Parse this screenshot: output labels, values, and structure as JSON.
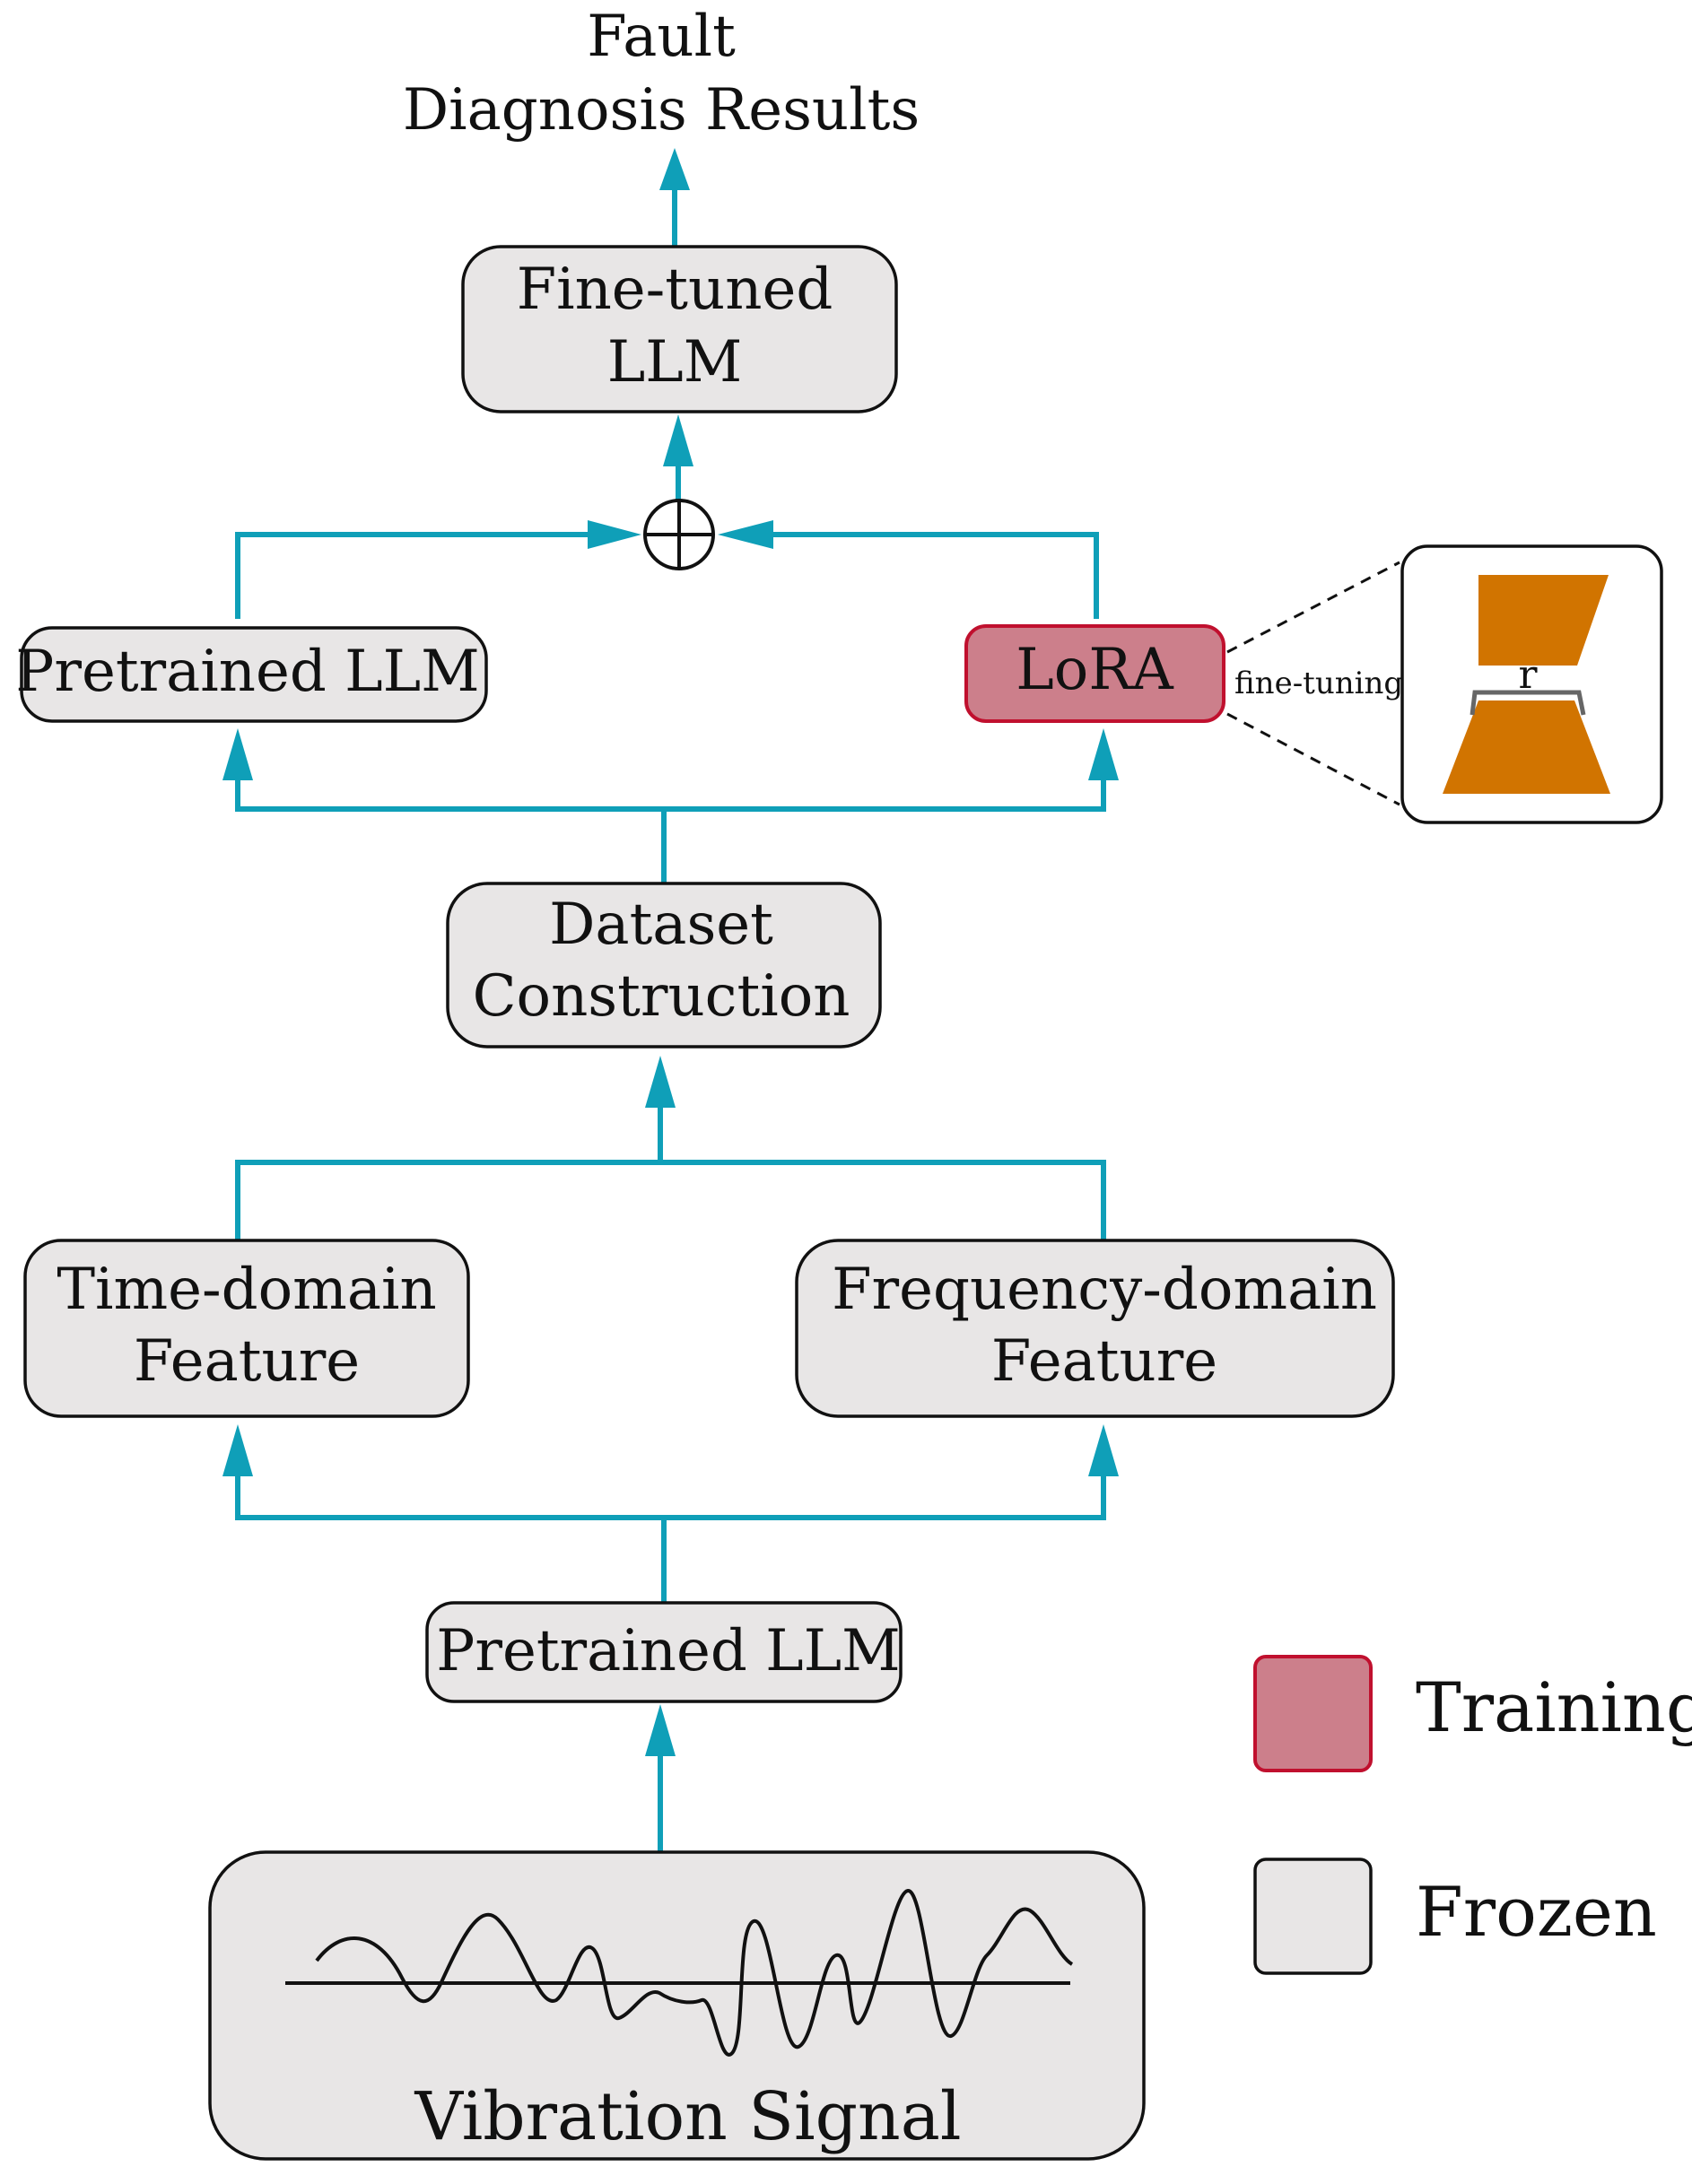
{
  "output_label": {
    "line1": "Fault",
    "line2": "Diagnosis Results"
  },
  "nodes": {
    "finetuned_llm": {
      "line1": "Fine-tuned",
      "line2": "LLM"
    },
    "pretrained_llm_top": {
      "label": "Pretrained LLM"
    },
    "lora": {
      "label": "LoRA"
    },
    "dataset_construction": {
      "line1": "Dataset",
      "line2": "Construction"
    },
    "time_domain": {
      "line1": "Time-domain",
      "line2": "Feature"
    },
    "frequency_domain": {
      "line1": "Frequency-domain",
      "line2": "Feature"
    },
    "pretrained_llm_bottom": {
      "label": "Pretrained LLM"
    },
    "vibration_signal": {
      "label": "Vibration Signal"
    }
  },
  "lora_detail": {
    "annotation": "fine-tuning",
    "rank_label": "r"
  },
  "legend": [
    {
      "label": "Training",
      "state": "training"
    },
    {
      "label": "Frozen",
      "state": "frozen"
    }
  ],
  "colors": {
    "flow": "#0f9fb8",
    "frozen_fill": "#e8e6e6",
    "training_fill": "#cc7f8b",
    "training_border": "#c0102e",
    "lora_matrix": "#d17400"
  }
}
